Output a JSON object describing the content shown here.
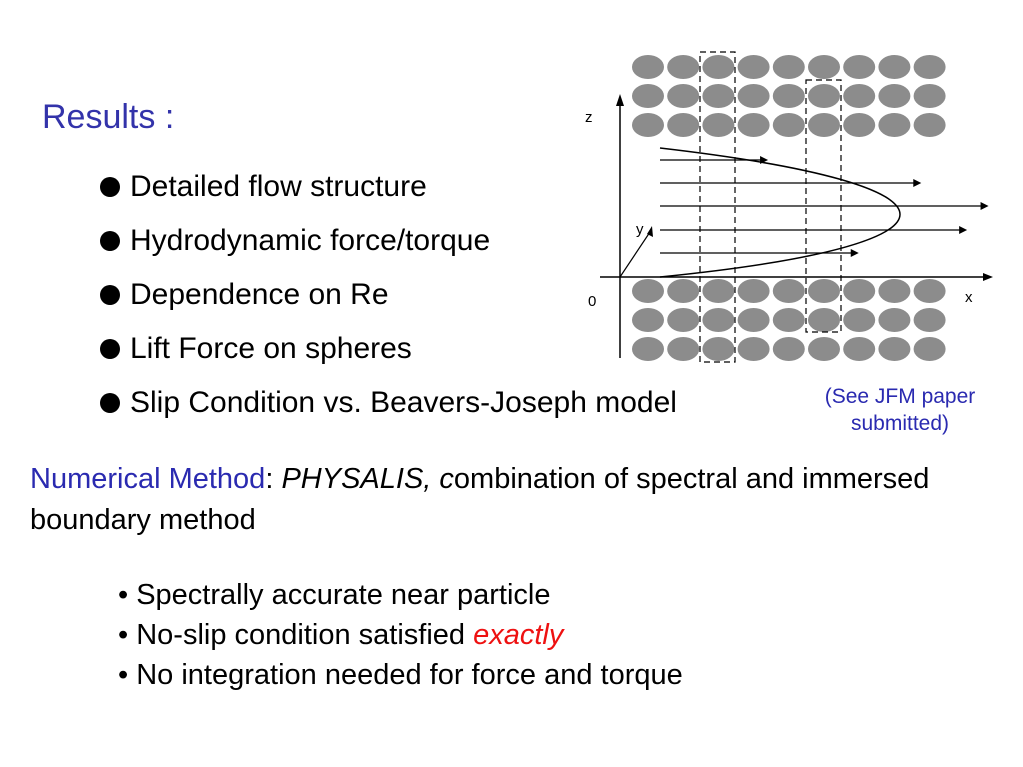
{
  "results": {
    "heading": "Results :",
    "items": [
      "Detailed flow structure",
      "Hydrodynamic force/torque",
      "Dependence on Re",
      "Lift Force on spheres",
      "Slip Condition vs. Beavers-Joseph model"
    ],
    "note": [
      "(See JFM paper",
      "submitted)"
    ]
  },
  "method": {
    "label": "Numerical Method",
    "colon": ":",
    "name": "PHYSALIS,",
    "c": "c",
    "rest": "ombination of spectral and immersed boundary method"
  },
  "features": {
    "item1": "• Spectrally accurate near particle",
    "item2_prefix": "• No-slip condition satisfied ",
    "item2_emphasis": "exactly",
    "item3": "• No integration needed for force and torque"
  },
  "diagram": {
    "axis_z": "z",
    "axis_y": "y",
    "axis_x": "x",
    "origin": "0",
    "sphere_color": "#8c8c8c"
  },
  "colors": {
    "heading_blue": "#3333aa",
    "label_blue": "#2a2ab0",
    "emphasis_red": "#ee1111"
  }
}
